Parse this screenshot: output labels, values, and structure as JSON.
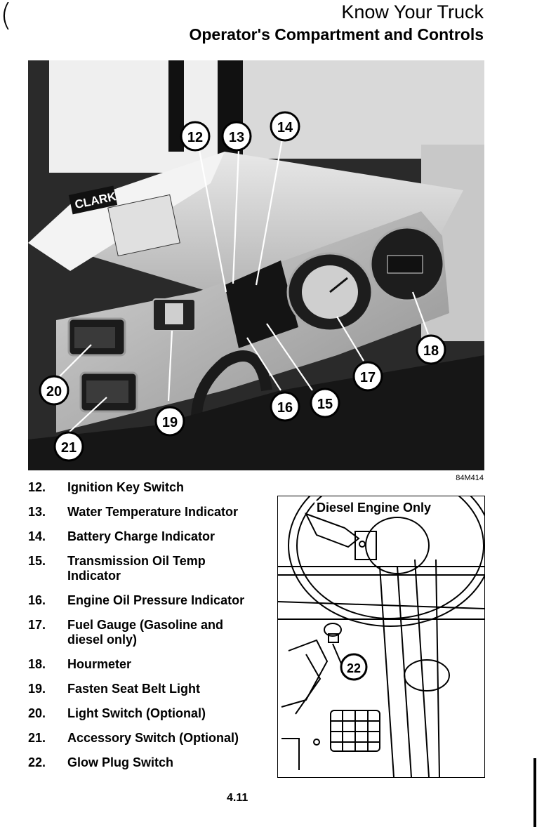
{
  "header": {
    "title": "Know Your Truck",
    "subtitle": "Operator's Compartment and Controls"
  },
  "photo": {
    "brand": "CLARK",
    "code": "84M414",
    "callouts": [
      "12",
      "13",
      "14",
      "15",
      "16",
      "17",
      "18",
      "19",
      "20",
      "21"
    ]
  },
  "legend": [
    {
      "number": "12.",
      "text": "Ignition Key Switch"
    },
    {
      "number": "13.",
      "text": "Water Temperature Indicator"
    },
    {
      "number": "14.",
      "text": "Battery Charge Indicator"
    },
    {
      "number": "15.",
      "text": "Transmission Oil Temp Indicator"
    },
    {
      "number": "16.",
      "text": "Engine Oil Pressure Indicator"
    },
    {
      "number": "17.",
      "text": "Fuel Gauge (Gasoline and diesel only)"
    },
    {
      "number": "18.",
      "text": "Hourmeter"
    },
    {
      "number": "19.",
      "text": "Fasten Seat Belt Light"
    },
    {
      "number": "20.",
      "text": "Light Switch (Optional)"
    },
    {
      "number": "21.",
      "text": "Accessory Switch (Optional)"
    },
    {
      "number": "22.",
      "text": "Glow Plug Switch"
    }
  ],
  "inset": {
    "title": "Diesel Engine Only",
    "callout": "22"
  },
  "footer": {
    "page_number": "4.11"
  },
  "decor": {
    "paren": "("
  }
}
